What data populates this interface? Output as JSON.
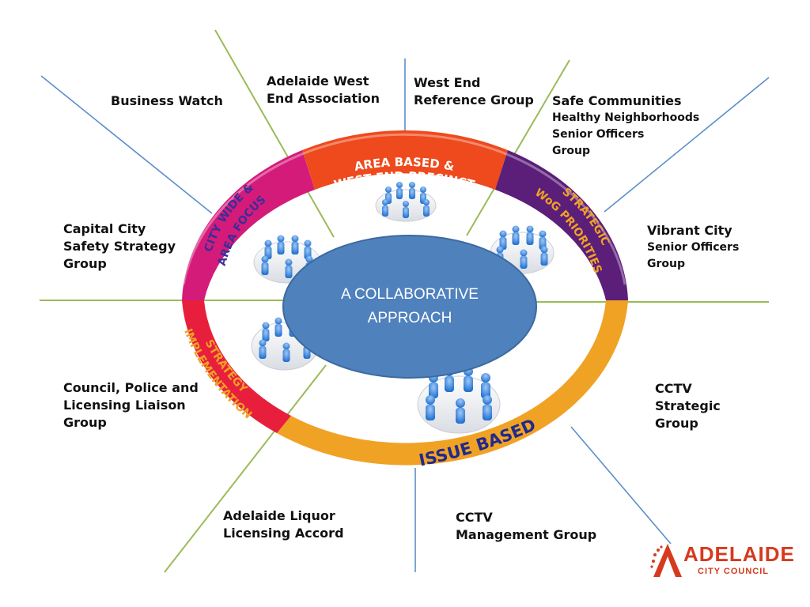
{
  "diagram": {
    "center": "A COLLABORATIVE\nAPPROACH",
    "center_lines": [
      "A COLLABORATIVE",
      "APPROACH"
    ],
    "ring_segments": {
      "area_based": [
        "AREA BASED &",
        "WEST END PRECINCT"
      ],
      "strategic": [
        "STRATEGIC",
        "WoG PRIORITIES"
      ],
      "issue_based": "ISSUE BASED",
      "strategy_impl": [
        "STRATEGY",
        "IMPLEMENTATION"
      ],
      "city_wide": [
        "CITY WIDE &",
        "AREA FOCUS"
      ]
    },
    "colors": {
      "area_based": "#ee4a1d",
      "strategic": "#5b1e79",
      "issue_based": "#f0a225",
      "strategy_impl": "#e81f3c",
      "city_wide": "#d41b7a",
      "center": "#4f81bd",
      "people": "#3f8fe0"
    }
  },
  "groups": {
    "business_watch": [
      "Business Watch"
    ],
    "adelaide_west_end": [
      "Adelaide West",
      "End Association"
    ],
    "west_end_reference": [
      "West End",
      "Reference Group"
    ],
    "safe_communities": [
      "Safe Communities",
      "Healthy Neighborhoods",
      "Senior Officers",
      "Group"
    ],
    "capital_city": [
      "Capital City",
      "Safety Strategy",
      "Group"
    ],
    "vibrant_city": [
      "Vibrant City",
      "Senior Officers",
      "Group"
    ],
    "council_police": [
      "Council, Police and",
      "Licensing Liaison",
      "Group"
    ],
    "cctv_strategic": [
      "CCTV",
      "Strategic",
      "Group"
    ],
    "liquor_accord": [
      "Adelaide Liquor",
      "Licensing Accord"
    ],
    "cctv_management": [
      "CCTV",
      "Management Group"
    ]
  },
  "logo": {
    "word": "ADELAIDE",
    "sub": "CITY COUNCIL",
    "color": "#d63a1e"
  }
}
